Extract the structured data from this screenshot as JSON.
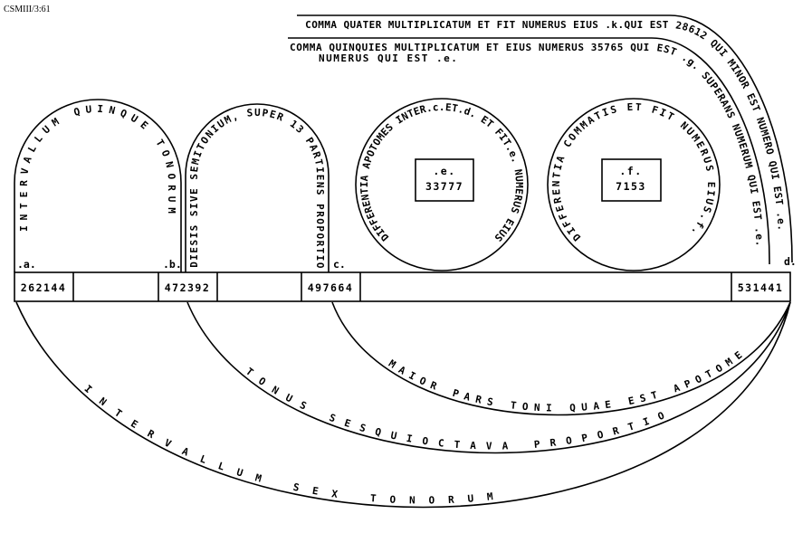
{
  "reference": "CSMIII/3:61",
  "top_arcs": {
    "outer": "COMMA QUATER MULTIPLICATUM  ET FIT NUMERUS EIUS .k.QUI EST 28612 QUI MINOR EST NUMERO QUI EST .e.",
    "inner": "COMMA QUINQUIES MULTIPLICATUM ET EIUS NUMERUS 35765 QUI EST .g. SUPERANS NUMERUM QUI EST .e.",
    "inner_line2": "NUMERUS QUI EST .e."
  },
  "arches": {
    "left": "INTERVALLUM  QUINQUE  TONORUM",
    "middle": "DIESIS SIVE SEMITONIUM, SUPER 13 PARTIENS PROPORTIO"
  },
  "circles": {
    "e": {
      "text": "DIFFERENTIA APOTOMES INTER.c.ET.d. ET FIT.e. NUMERUS EIUS",
      "label": ".e.",
      "value": "33777"
    },
    "f": {
      "text": "DIFFERENTIA  COMMATIS  ET  FIT  NUMERUS EIUS.f.",
      "label": ".f.",
      "value": "7153"
    }
  },
  "points": {
    "a": ".a.",
    "b": ".b.",
    "c": "c.",
    "d": "d."
  },
  "bar": {
    "values": [
      "262144",
      "472392",
      "497664",
      "531441"
    ]
  },
  "lower_arcs": {
    "maior": "MAIOR  PARS  TONI  QUAE  EST  APOTOME",
    "tonus": "TONUS  SESQUIOCTAVA  PROPORTIO",
    "sex": "INTERVALLUM  SEX  TONORUM"
  }
}
